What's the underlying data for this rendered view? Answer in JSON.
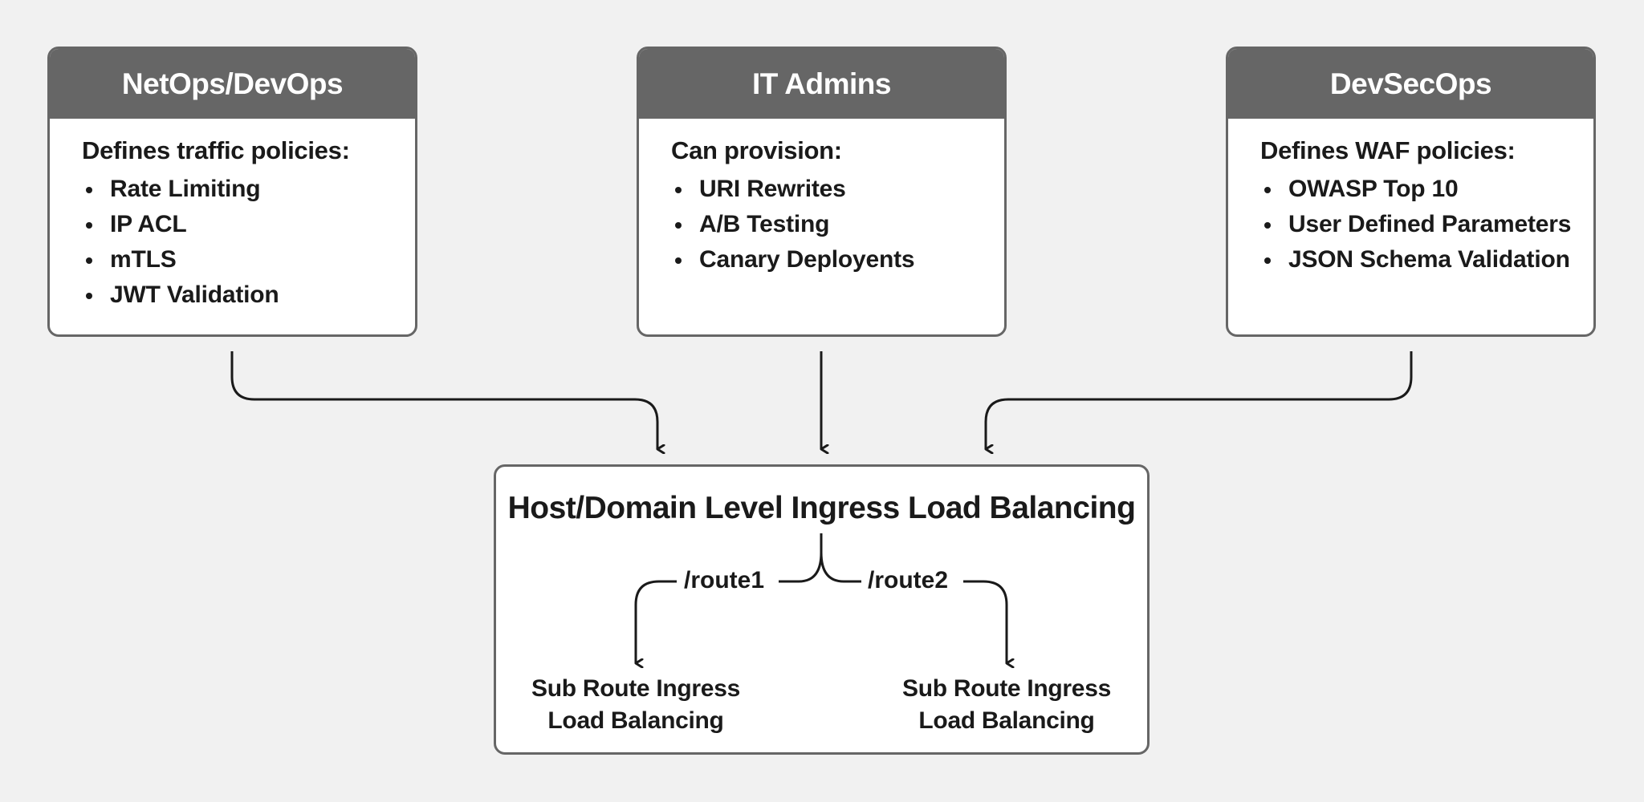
{
  "roles": [
    {
      "title": "NetOps/DevOps",
      "subtitle": "Defines traffic policies:",
      "items": [
        "Rate Limiting",
        "IP ACL",
        "mTLS",
        "JWT Validation"
      ]
    },
    {
      "title": "IT Admins",
      "subtitle": "Can provision:",
      "items": [
        "URI Rewrites",
        "A/B Testing",
        "Canary Deployents"
      ]
    },
    {
      "title": "DevSecOps",
      "subtitle": "Defines WAF policies:",
      "items": [
        "OWASP Top 10",
        "User Defined Parameters",
        "JSON Schema Validation"
      ]
    }
  ],
  "load_balancer": {
    "title": "Host/Domain Level Ingress Load Balancing",
    "route1": "/route1",
    "route2": "/route2",
    "sub_route_left_line1": "Sub Route Ingress",
    "sub_route_left_line2": "Load Balancing",
    "sub_route_right_line1": "Sub Route Ingress",
    "sub_route_right_line2": "Load Balancing"
  },
  "colors": {
    "header_bg": "#666666",
    "border": "#666666",
    "background": "#f1f1f1",
    "line": "#1a1a1a"
  }
}
